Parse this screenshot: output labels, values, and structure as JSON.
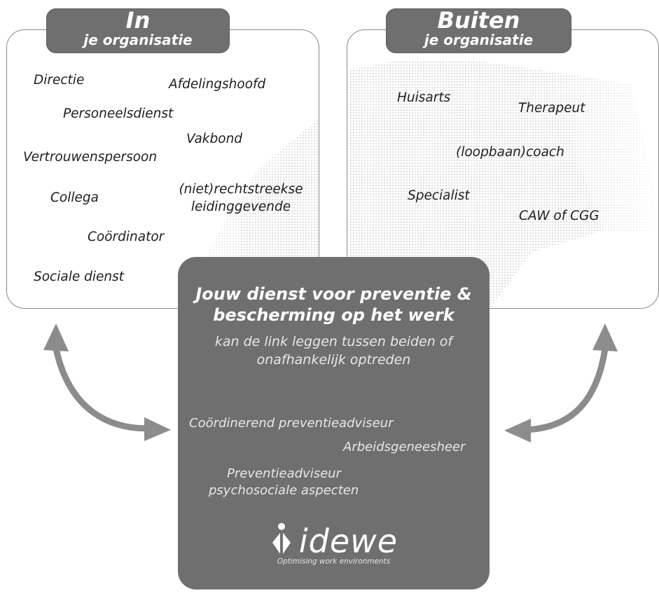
{
  "left_panel": {
    "title": "In",
    "subtitle": "je organisatie",
    "items": [
      "Directie",
      "Afdelingshoofd",
      "Personeelsdienst",
      "Vakbond",
      "Vertrouwenspersoon",
      "Collega",
      "(niet)rechtstreekse",
      "leidinggevende",
      "Coördinator",
      "Sociale dienst"
    ]
  },
  "right_panel": {
    "title": "Buiten",
    "subtitle": "je organisatie",
    "items": [
      "Huisarts",
      "Therapeut",
      "(loopbaan)coach",
      "Specialist",
      "CAW of CGG"
    ]
  },
  "center_panel": {
    "title_line1": "Jouw dienst voor preventie &",
    "title_line2": "bescherming op het werk",
    "subtitle_line1": "kan de link leggen tussen beiden of",
    "subtitle_line2": "onafhankelijk optreden",
    "roles": [
      "Coördinerend preventieadviseur",
      "Arbeidsgeneesheer",
      "Preventieadviseur",
      "psychosociale aspecten"
    ],
    "logo_text": "idewe",
    "logo_tagline": "Optimising work environments"
  },
  "colors": {
    "panel_gray": "#6f6f6f",
    "border_gray": "#8a8a8a",
    "arrow_gray": "#8c8c8c"
  }
}
